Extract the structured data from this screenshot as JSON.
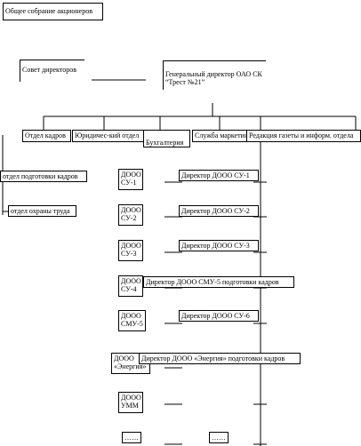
{
  "boxes": {
    "shareholders": "Общее собрание акционеров",
    "board": "Совет директоров",
    "general_director": "Генеральный директор ОАО СК “Трест №21”",
    "hr_dept": "Отдел кадров",
    "legal_dept": "Юридичес-кий отдел",
    "accounting": "Бухгалтерия",
    "marketing": "Служба маркетинга",
    "newspaper": "Редакция газеты и информ. отдела",
    "hr_training": "отдел подготовки кадров",
    "labor_protection": "отдел охраны труда",
    "dooo_su1": "ДООО СУ-1",
    "dooo_su2": "ДООО СУ-2",
    "dooo_su3": "ДООО СУ-3",
    "dooo_su4": "ДООО СУ-4",
    "dooo_smu5": "ДООО СМУ-5",
    "dooo_energy": "ДООО «Энергия»",
    "dooo_umm": "ДООО УММ",
    "ellipsis_left": "……",
    "dir_su1": "Директор ДООО СУ-1",
    "dir_su2": "Директор ДООО СУ-2",
    "dir_su3": "Директор ДООО СУ-3",
    "dir_smu5": "Директор ДООО СМУ-5 подготовки кадров",
    "dir_su6": "Директор ДООО СУ-6",
    "dir_energy": "Директор ДООО «Энергия» подготовки кадров",
    "ellipsis_right": "……"
  }
}
